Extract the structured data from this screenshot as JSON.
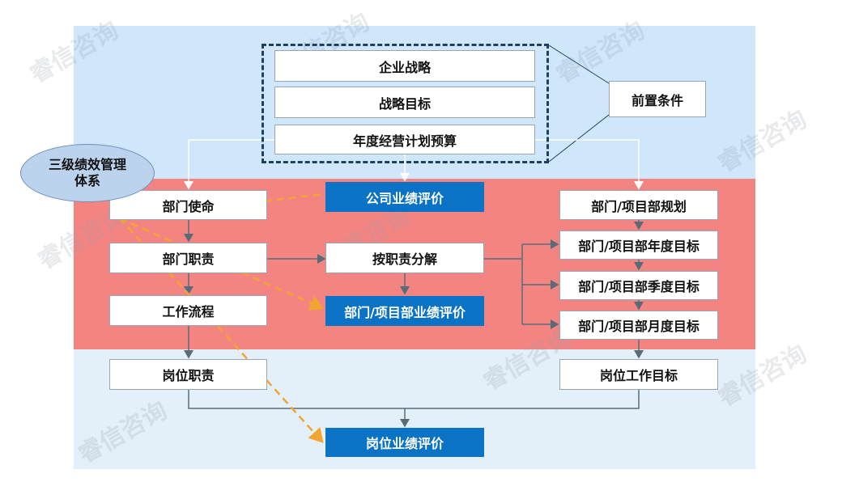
{
  "watermark": "睿信咨询",
  "bubble": {
    "line1": "三级绩效管理",
    "line2": "体系"
  },
  "top": {
    "strategy": "企业战略",
    "strategy_goal": "战略目标",
    "annual_budget": "年度经营计划预算",
    "precondition": "前置条件"
  },
  "middle": {
    "dept_mission": "部门使命",
    "company_eval": "公司业绩评价",
    "dept_plan": "部门/项目部规划",
    "dept_duty": "部门职责",
    "duty_decompose": "按职责分解",
    "dept_annual": "部门/项目部年度目标",
    "dept_quarter": "部门/项目部季度目标",
    "work_flow": "工作流程",
    "dept_eval": "部门/项目部业绩评价",
    "dept_month": "部门/项目部月度目标"
  },
  "bottom": {
    "post_duty": "岗位职责",
    "post_goal": "岗位工作目标",
    "post_eval": "岗位业绩评价"
  },
  "colors": {
    "band_top": "#cfe6fb",
    "band_mid": "#f48482",
    "band_bot": "#e3eff9",
    "eval_box": "#0b73c6",
    "dashed_arrow": "#f2a531"
  }
}
